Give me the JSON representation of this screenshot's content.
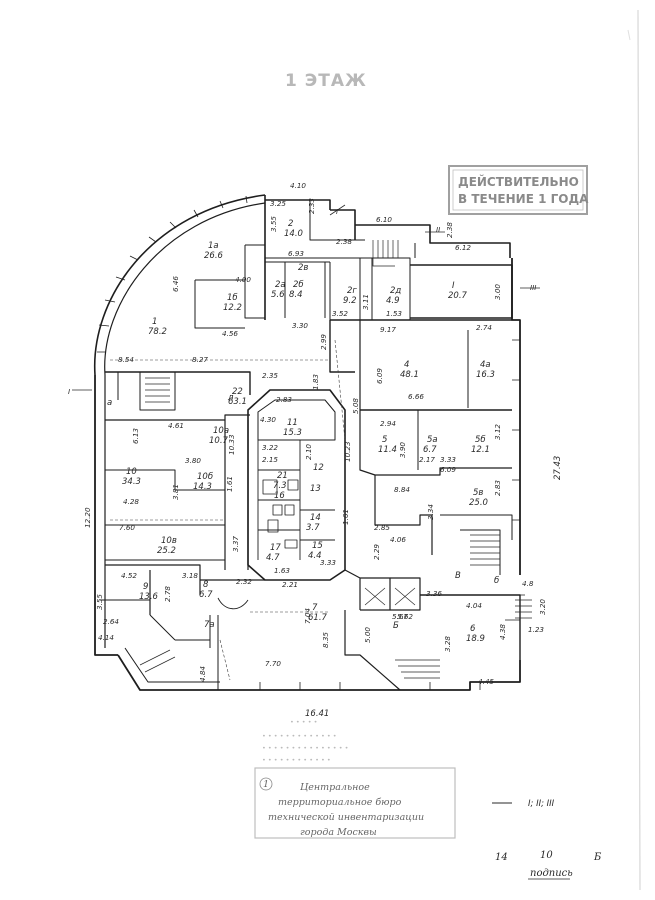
{
  "sheet": {
    "floor_title": "1 ЭТАЖ",
    "stamp_validity": [
      "ДЕЙСТВИТЕЛЬНО",
      "В ТЕЧЕНИЕ 1 ГОДА"
    ],
    "bureau_stamp": [
      "Центральное",
      "территориальное бюро",
      "технической инвентаризации",
      "города Москвы"
    ],
    "bureau_stamp_number": "1",
    "total_width_label": "16.41",
    "total_depth_label": "27.43",
    "section_marks": [
      "I",
      "II",
      "III"
    ],
    "section_legend": "I; II; III",
    "footer": {
      "left": "14",
      "mid": "10",
      "right": "Б",
      "signature": "подпись"
    }
  },
  "rooms": [
    {
      "id": "1",
      "area": "78.2"
    },
    {
      "id": "1а",
      "area": "26.6"
    },
    {
      "id": "1б",
      "area": "12.2"
    },
    {
      "id": "2",
      "area": "14.0"
    },
    {
      "id": "2а",
      "area": "5.6"
    },
    {
      "id": "2б",
      "area": "8.4"
    },
    {
      "id": "2в",
      "area": ""
    },
    {
      "id": "2г",
      "area": "9.2"
    },
    {
      "id": "2д",
      "area": "4.9"
    },
    {
      "id": "I",
      "area": "20.7"
    },
    {
      "id": "4",
      "area": "48.1"
    },
    {
      "id": "4а",
      "area": "16.3"
    },
    {
      "id": "5",
      "area": "11.4"
    },
    {
      "id": "5а",
      "area": "6.7"
    },
    {
      "id": "5б",
      "area": "12.1"
    },
    {
      "id": "5в",
      "area": "25.0"
    },
    {
      "id": "22",
      "area": "63.1"
    },
    {
      "id": "11",
      "area": "15.3"
    },
    {
      "id": "12",
      "area": ""
    },
    {
      "id": "10а",
      "area": "10.7"
    },
    {
      "id": "10",
      "area": "34.3"
    },
    {
      "id": "10б",
      "area": "14.3"
    },
    {
      "id": "10в",
      "area": "25.2"
    },
    {
      "id": "21",
      "area": "7.3"
    },
    {
      "id": "14",
      "area": "3.7"
    },
    {
      "id": "15",
      "area": "4.4"
    },
    {
      "id": "17",
      "area": "4.7"
    },
    {
      "id": "16",
      "area": ""
    },
    {
      "id": "13",
      "area": ""
    },
    {
      "id": "9",
      "area": "13.6"
    },
    {
      "id": "8",
      "area": "6.7"
    },
    {
      "id": "7",
      "area": "61.7"
    },
    {
      "id": "7а",
      "area": ""
    },
    {
      "id": "6",
      "area": "18.9"
    },
    {
      "id": "В",
      "area": ""
    },
    {
      "id": "Б",
      "area": ""
    },
    {
      "id": "б",
      "area": ""
    },
    {
      "id": "а",
      "area": ""
    },
    {
      "id": "л",
      "area": ""
    }
  ],
  "dimensions": [
    "4.10",
    "3.25",
    "3.55",
    "2.38",
    "6.10",
    "2.38",
    "2.33",
    "6.12",
    "6.93",
    "4.00",
    "3.11",
    "3.52",
    "1.53",
    "3.00",
    "3.30",
    "4.56",
    "6.46",
    "8.54",
    "8.27",
    "2.99",
    "9.17",
    "2.74",
    "6.09",
    "6.66",
    "2.35",
    "1.83",
    "2.83",
    "5.08",
    "4.30",
    "2.94",
    "4.61",
    "6.13",
    "3.80",
    "10.33",
    "3.22",
    "2.15",
    "2.10",
    "10.23",
    "3.90",
    "2.17",
    "3.33",
    "3.12",
    "6.09",
    "2.83",
    "1.61",
    "3.81",
    "4.28",
    "8.84",
    "3.34",
    "7.60",
    "1.61",
    "2.85",
    "4.06",
    "3.37",
    "1.63",
    "2.21",
    "3.33",
    "2.29",
    "4.52",
    "3.18",
    "2.32",
    "3.36",
    "4.04",
    "3.55",
    "2.78",
    "2.64",
    "7.04",
    "8.35",
    "5.00",
    "3.28",
    "5.67",
    "4.38",
    "3.20",
    "1.23",
    "4.14",
    "7.70",
    "4.84",
    "4.45",
    "12.20",
    "5.62",
    "4.8"
  ]
}
